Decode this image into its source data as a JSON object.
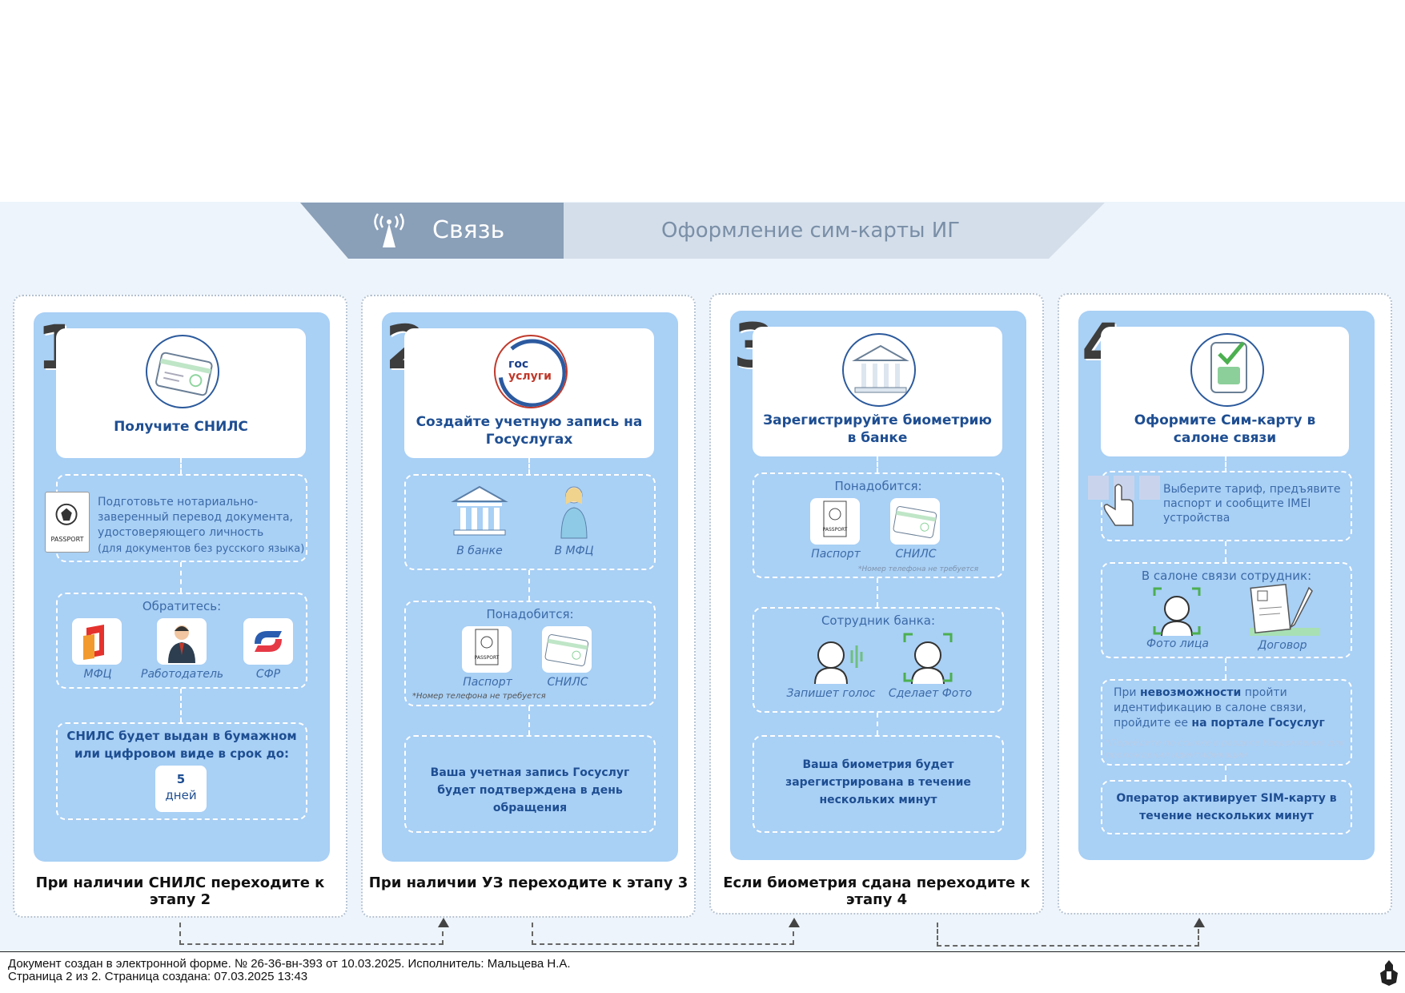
{
  "header": {
    "category": "Связь",
    "subtitle": "Оформление сим-карты ИГ"
  },
  "steps": [
    {
      "number": "1",
      "title": "Получите СНИЛС",
      "prepare_text": "Подготовьте нотариально-заверенный перевод документа, удостоверяющего личность",
      "prepare_note": "(для документов без русского языка)",
      "passport_label": "PASSPORT",
      "contact_caption": "Обратитесь:",
      "contacts": [
        "МФЦ",
        "Работодатель",
        "СФР"
      ],
      "result_text": "СНИЛС будет выдан в бумажном или цифровом виде в срок до:",
      "days_number": "5",
      "days_unit": "дней",
      "bottom": "При наличии СНИЛС переходите к этапу 2"
    },
    {
      "number": "2",
      "title": "Создайте учетную запись на Госуслугах",
      "logo_line1": "гос",
      "logo_line2": "услуги",
      "places": [
        "В банке",
        "В МФЦ"
      ],
      "need_caption": "Понадобится:",
      "needs": [
        "Паспорт",
        "СНИЛС"
      ],
      "passport_label": "PASSPORT",
      "phone_note": "*Номер телефона не требуется",
      "result_text": "Ваша учетная запись Госуслуг будет подтверждена в день обращения",
      "bottom": "При наличии УЗ переходите к этапу 3"
    },
    {
      "number": "3",
      "title": "Зарегистрируйте биометрию в банке",
      "need_caption": "Понадобится:",
      "needs": [
        "Паспорт",
        "СНИЛС"
      ],
      "passport_label": "PASSPORT",
      "phone_note": "*Номер телефона не требуется",
      "staff_caption": "Сотрудник банка:",
      "staff_actions": [
        "Запишет голос",
        "Сделает Фото"
      ],
      "result_text": "Ваша биометрия будет зарегистрирована в течение нескольких минут",
      "bottom": "Если биометрия сдана переходите к этапу 4"
    },
    {
      "number": "4",
      "title": "Оформите Сим-карту в салоне связи",
      "choose_text": "Выберите тариф, предъявите паспорт и сообщите IMEI устройства",
      "staff_caption": "В салоне связи сотрудник:",
      "staff_actions": [
        "Фото лица",
        "Договор"
      ],
      "alt_text_1": "При ",
      "alt_bold_1": "невозможности",
      "alt_text_2": " пройти идентификацию в салоне связи, пройдите ее ",
      "alt_bold_2": "на портале Госуслуг",
      "alt_note": "*Перейдите по ссылке в разделе Уведомления для прохождения идентификации",
      "result_text": "Оператор активирует SIM-карту в течение нескольких минут"
    }
  ],
  "footer": {
    "line1": "Документ создан в электронной форме. № 26-36-вн-393 от 10.03.2025. Исполнитель: Мальцева Н.А.",
    "line2": "Страница 2 из 2. Страница создана: 07.03.2025 13:43"
  },
  "colors": {
    "card_blue": "#a9d0f5",
    "title_blue": "#1e4e92",
    "header_dark": "#8a9fb8",
    "header_light": "#d4deea"
  }
}
